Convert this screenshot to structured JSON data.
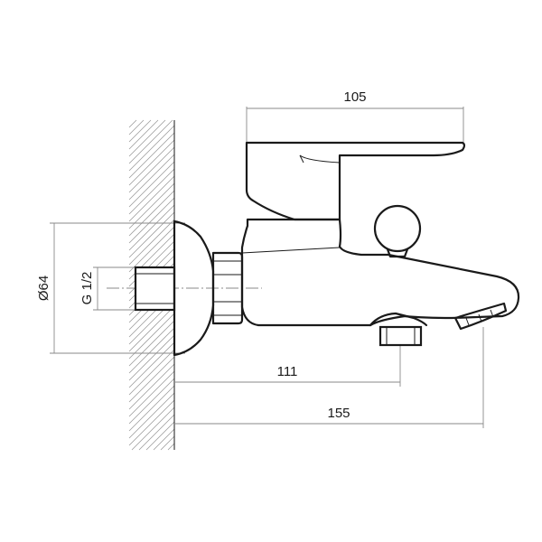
{
  "dimensions": {
    "handle_length": "105",
    "escutcheon_diameter": "Ø64",
    "thread_size": "G 1/2",
    "projection_to_diverter": "111",
    "projection_to_spout": "155"
  }
}
